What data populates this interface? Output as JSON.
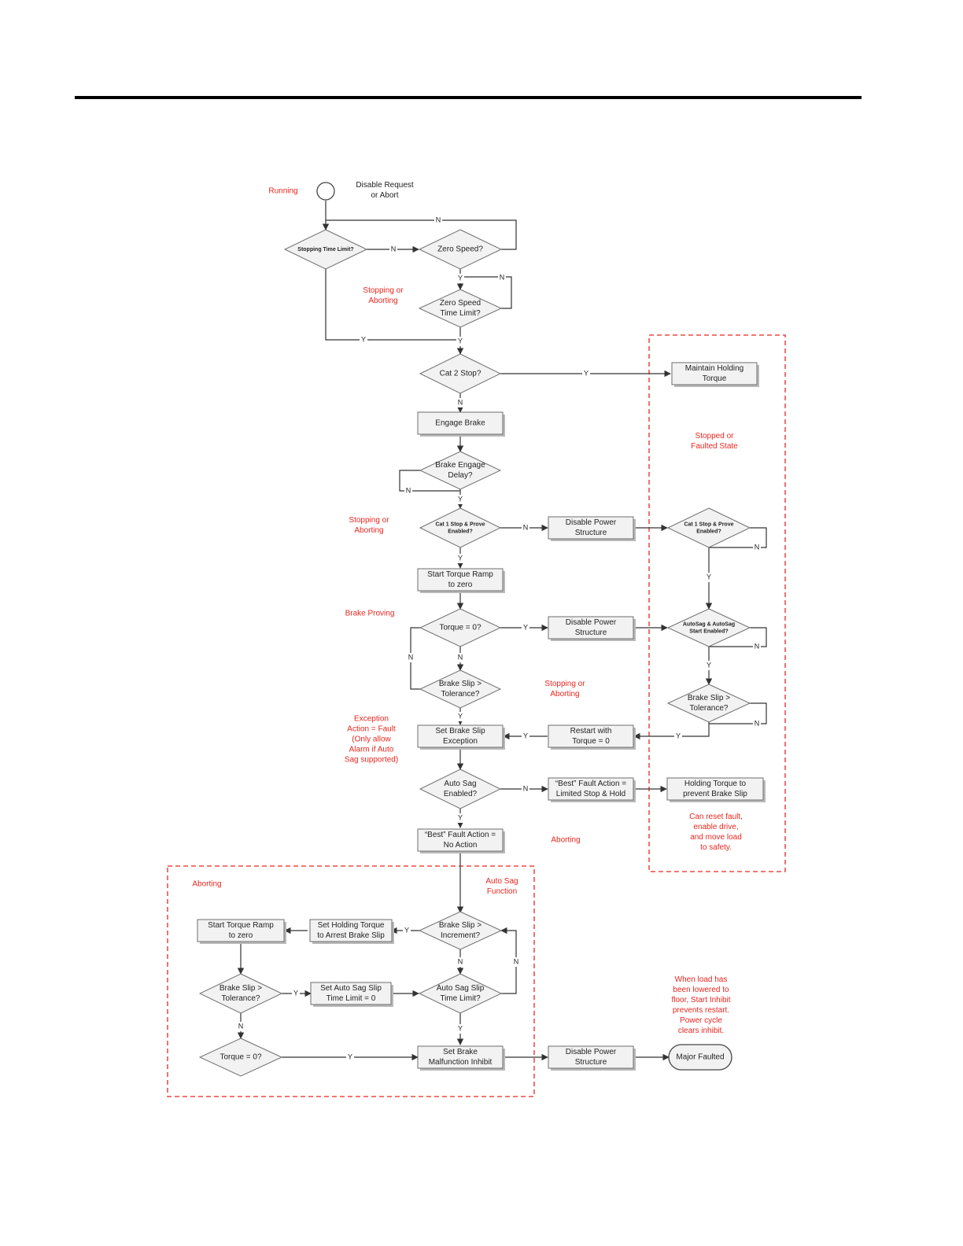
{
  "nodes": {
    "start_label": [
      "Disable Request",
      "or Abort"
    ],
    "stopping_time_limit": [
      "Stopping Time Limit?"
    ],
    "zero_speed": [
      "Zero Speed?"
    ],
    "zero_speed_time_limit": [
      "Zero Speed",
      "Time Limit?"
    ],
    "cat2_stop": [
      "Cat 2 Stop?"
    ],
    "maintain_holding_torque": [
      "Maintain Holding",
      "Torque"
    ],
    "engage_brake": [
      "Engage Brake"
    ],
    "brake_engage_delay": [
      "Brake Engage",
      "Delay?"
    ],
    "cat1_stop_prove": [
      "Cat 1 Stop & Prove",
      "Enabled?"
    ],
    "disable_power_1": [
      "Disable Power",
      "Structure"
    ],
    "cat1_stop_prove_right": [
      "Cat 1 Stop & Prove",
      "Enabled?"
    ],
    "start_torque_ramp": [
      "Start Torque Ramp",
      "to zero"
    ],
    "torque_zero": [
      "Torque = 0?"
    ],
    "disable_power_2": [
      "Disable Power",
      "Structure"
    ],
    "autosag_start": [
      "AutoSag & AutoSag",
      "Start Enabled?"
    ],
    "brake_slip_tolerance": [
      "Brake Slip >",
      "Tolerance?"
    ],
    "brake_slip_tolerance_right": [
      "Brake Slip >",
      "Tolerance?"
    ],
    "set_brake_slip_exception": [
      "Set Brake Slip",
      "Exception"
    ],
    "restart_torque": [
      "Restart with",
      "Torque = 0"
    ],
    "auto_sag_enabled": [
      "Auto Sag",
      "Enabled?"
    ],
    "best_fault_limited": [
      "“Best” Fault Action =",
      "Limited Stop & Hold"
    ],
    "holding_torque_prevent": [
      "Holding Torque to",
      "prevent Brake Slip"
    ],
    "best_fault_no_action": [
      "“Best” Fault Action =",
      "No Action"
    ],
    "start_torque_ramp_sag": [
      "Start Torque Ramp",
      "to zero"
    ],
    "set_holding_torque": [
      "Set Holding Torque",
      "to Arrest Brake Slip"
    ],
    "brake_slip_increment": [
      "Brake Slip >",
      "Increment?"
    ],
    "brake_slip_tolerance_sag": [
      "Brake Slip >",
      "Tolerance?"
    ],
    "set_auto_sag_slip": [
      "Set Auto Sag Slip",
      "Time Limit = 0"
    ],
    "auto_sag_slip_time": [
      "Auto Sag Slip",
      "Time Limit?"
    ],
    "torque_zero_sag": [
      "Torque = 0?"
    ],
    "set_brake_malfunction": [
      "Set Brake",
      "Malfunction Inhibit"
    ],
    "disable_power_3": [
      "Disable Power",
      "Structure"
    ],
    "major_faulted": [
      "Major Faulted"
    ]
  },
  "edge_labels": {
    "yes": "Y",
    "no": "N"
  },
  "notes": {
    "running": [
      "Running"
    ],
    "stopping_aborting_1": [
      "Stopping or",
      "Aborting"
    ],
    "stopped_faulted": [
      "Stopped or",
      "Faulted State"
    ],
    "stopping_aborting_2": [
      "Stopping or",
      "Aborting"
    ],
    "brake_proving": [
      "Brake Proving"
    ],
    "stopping_aborting_3": [
      "Stopping or",
      "Aborting"
    ],
    "exception_action": [
      "Exception",
      "Action = Fault",
      "(Only allow",
      "Alarm if Auto",
      "Sag supported)"
    ],
    "can_reset": [
      "Can reset fault,",
      "enable drive,",
      "and move load",
      "to safety."
    ],
    "aborting_1": [
      "Aborting"
    ],
    "aborting_2": [
      "Aborting"
    ],
    "auto_sag_function": [
      "Auto Sag",
      "Function"
    ],
    "when_load": [
      "When load has",
      "been lowered to",
      "floor, Start Inhibit",
      "prevents restart.",
      "Power cycle",
      "clears inhibit."
    ]
  },
  "colors": {
    "annotation": "#e8261f",
    "shape_fill": "#f2f2f2",
    "shape_stroke": "#6e6e6e",
    "line": "#333333"
  }
}
